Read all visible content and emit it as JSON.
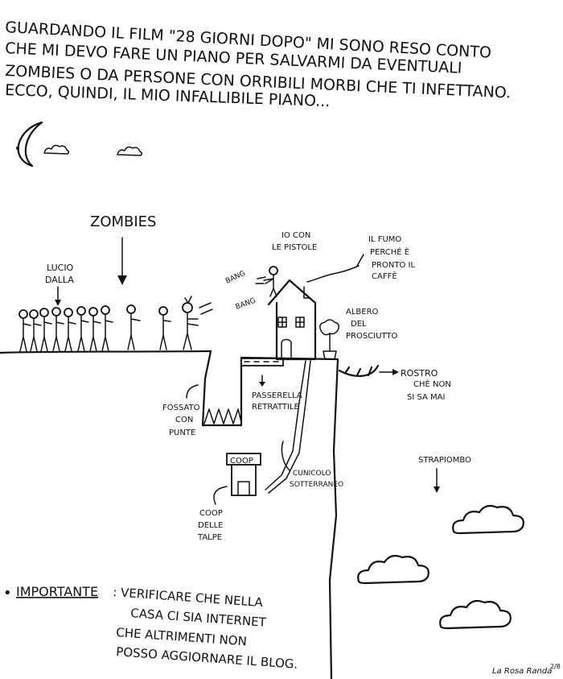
{
  "intro": {
    "line1": "GUARDANDO IL FILM \"28 GIORNI DOPO\" MI SONO RESO CONTO",
    "line2": "CHE MI DEVO FARE UN PIANO PER SALVARMI DA EVENTUALI",
    "line3": "ZOMBIES O DA PERSONE CON ORRIBILI MORBI CHE TI INFETTANO.",
    "line4": "ECCO, QUINDI, IL MIO INFALLIBILE PIANO..."
  },
  "labels": {
    "zombies": "ZOMBIES",
    "lucio_dalla_1": "LUCIO",
    "lucio_dalla_2": "DALLA",
    "io_con_1": "IO CON",
    "io_con_2": "LE PISTOLE",
    "bang1": "BANG",
    "bang2": "BANG",
    "fumo_1": "IL FUMO",
    "fumo_2": "PERCHÉ È",
    "fumo_3": "PRONTO IL",
    "fumo_4": "CAFFÈ",
    "albero_1": "ALBERO",
    "albero_2": "DEL",
    "albero_3": "PROSCIUTTO",
    "rostro_1": "ROSTRO",
    "rostro_2": "CHÈ NON",
    "rostro_3": "SI SA MAI",
    "passerella_1": "PASSERELLA",
    "passerella_2": "RETRATTILE",
    "fossato_1": "FOSSATO",
    "fossato_2": "CON",
    "fossato_3": "PUNTE",
    "coop_sign": "COOP",
    "coop_1": "COOP",
    "coop_2": "DELLE",
    "coop_3": "TALPE",
    "cunicolo_1": "CUNICOLO",
    "cunicolo_2": "SOTTERRANEO",
    "strapiombo": "STRAPIOMBO"
  },
  "note": {
    "bullet": "•",
    "important": "IMPORTANTE",
    "line1": ": VERIFICARE CHE NELLA",
    "line2": "CASA CI SIA INTERNET",
    "line3": "CHE ALTRIMENTI NON",
    "line4": "POSSO AGGIORNARE IL BLOG."
  },
  "signature": "La Rosa Randa",
  "signature_mark": "2/8"
}
